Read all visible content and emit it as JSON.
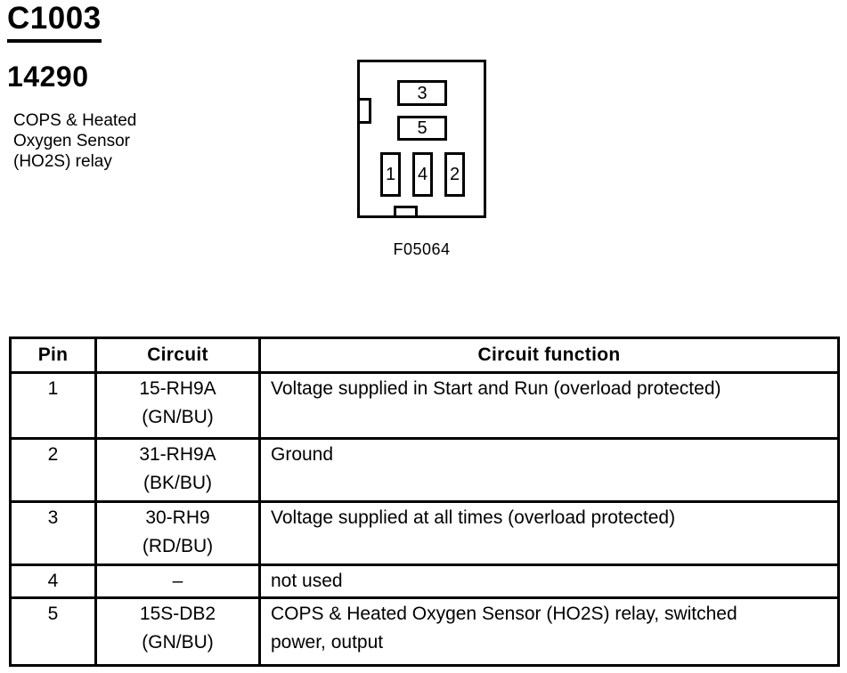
{
  "header": {
    "connector_id": "C1003",
    "part_number": "14290",
    "description_lines": [
      "COPS & Heated",
      "Oxygen Sensor",
      "(HO2S) relay"
    ]
  },
  "connector": {
    "figure_label": "F05064",
    "cavities": [
      {
        "label": "3"
      },
      {
        "label": "5"
      },
      {
        "label": "1"
      },
      {
        "label": "4"
      },
      {
        "label": "2"
      }
    ]
  },
  "table": {
    "headers": {
      "pin": "Pin",
      "circuit": "Circuit",
      "function": "Circuit function"
    },
    "rows": [
      {
        "pin": "1",
        "circuit": "15-RH9A\n(GN/BU)",
        "function": "Voltage supplied in Start and Run (overload protected)"
      },
      {
        "pin": "2",
        "circuit": "31-RH9A\n(BK/BU)",
        "function": "Ground"
      },
      {
        "pin": "3",
        "circuit": "30-RH9\n(RD/BU)",
        "function": "Voltage supplied at all times (overload protected)"
      },
      {
        "pin": "4",
        "circuit": "–",
        "function": "not used"
      },
      {
        "pin": "5",
        "circuit": "15S-DB2\n(GN/BU)",
        "function": "COPS & Heated Oxygen Sensor (HO2S) relay, switched\npower, output"
      }
    ]
  },
  "colors": {
    "ink": "#000000",
    "background": "#ffffff"
  }
}
